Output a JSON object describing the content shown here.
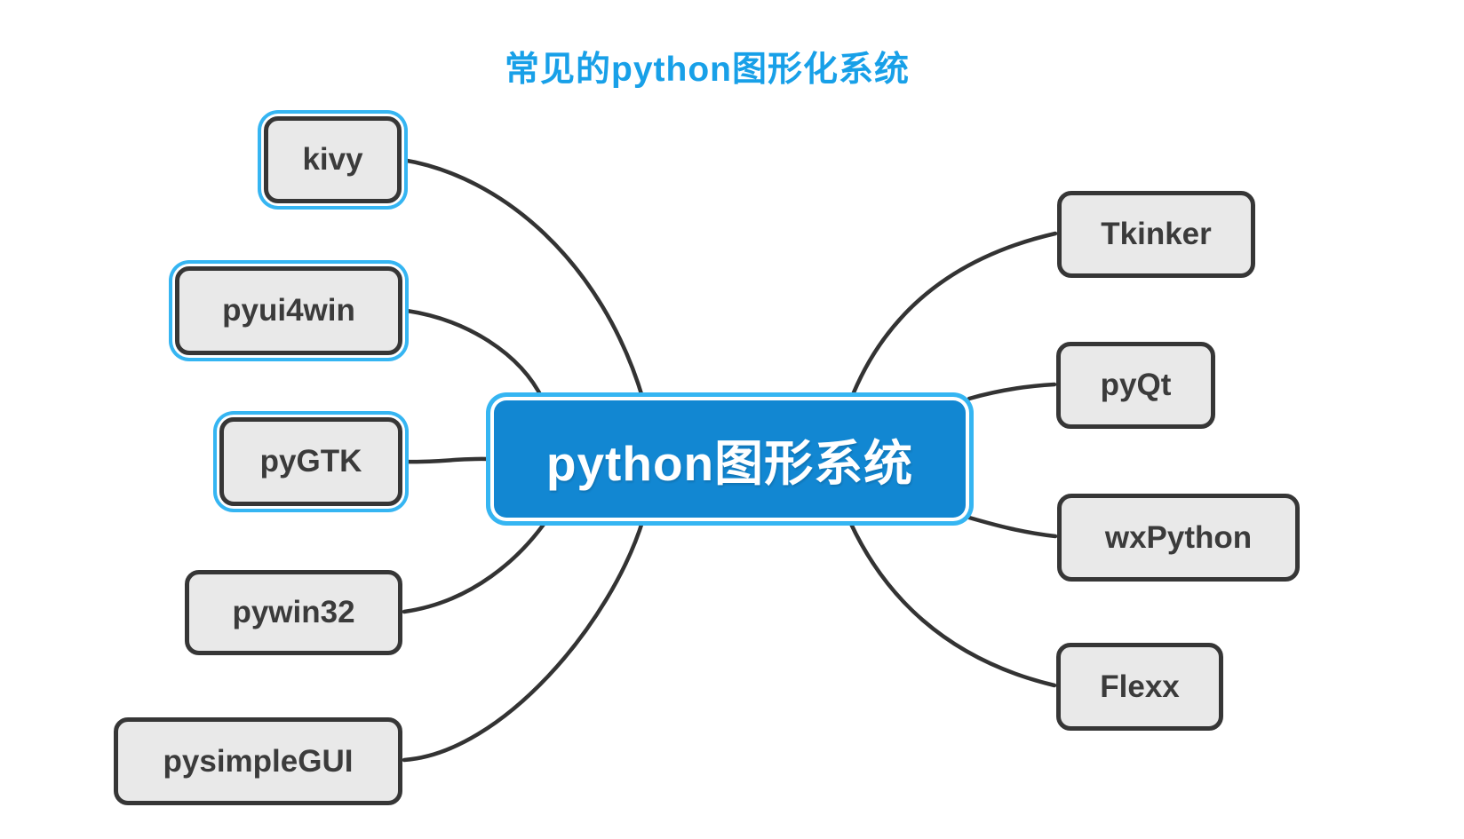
{
  "title": {
    "text": "常见的python图形化系统",
    "color": "#18a0e8"
  },
  "center_node": {
    "label": "python图形系统",
    "selected": true,
    "fill_color": "#1287d2",
    "text_color": "#ffffff"
  },
  "left_nodes": [
    {
      "label": "kivy",
      "selected": true
    },
    {
      "label": "pyui4win",
      "selected": true
    },
    {
      "label": "pyGTK",
      "selected": true
    },
    {
      "label": "pywin32",
      "selected": false
    },
    {
      "label": "pysimpleGUI",
      "selected": false
    }
  ],
  "right_nodes": [
    {
      "label": "Tkinker",
      "selected": false
    },
    {
      "label": "pyQt",
      "selected": false
    },
    {
      "label": "wxPython",
      "selected": false
    },
    {
      "label": "Flexx",
      "selected": false
    }
  ],
  "edges": [
    {
      "from": "python图形系统",
      "to": "kivy"
    },
    {
      "from": "python图形系统",
      "to": "pyui4win"
    },
    {
      "from": "python图形系统",
      "to": "pyGTK"
    },
    {
      "from": "python图形系统",
      "to": "pywin32"
    },
    {
      "from": "python图形系统",
      "to": "pysimpleGUI"
    },
    {
      "from": "python图形系统",
      "to": "Tkinker"
    },
    {
      "from": "python图形系统",
      "to": "pyQt"
    },
    {
      "from": "python图形系统",
      "to": "wxPython"
    },
    {
      "from": "python图形系统",
      "to": "Flexx"
    }
  ],
  "colors": {
    "background": "#ffffff",
    "title_text": "#18a0e8",
    "center_fill": "#1287d2",
    "selection_ring": "#35b5f2",
    "branch_node_fill": "#e9e9e9",
    "branch_node_border": "#363636",
    "branch_node_text": "#3b3b3b",
    "connector_line": "#333333"
  }
}
